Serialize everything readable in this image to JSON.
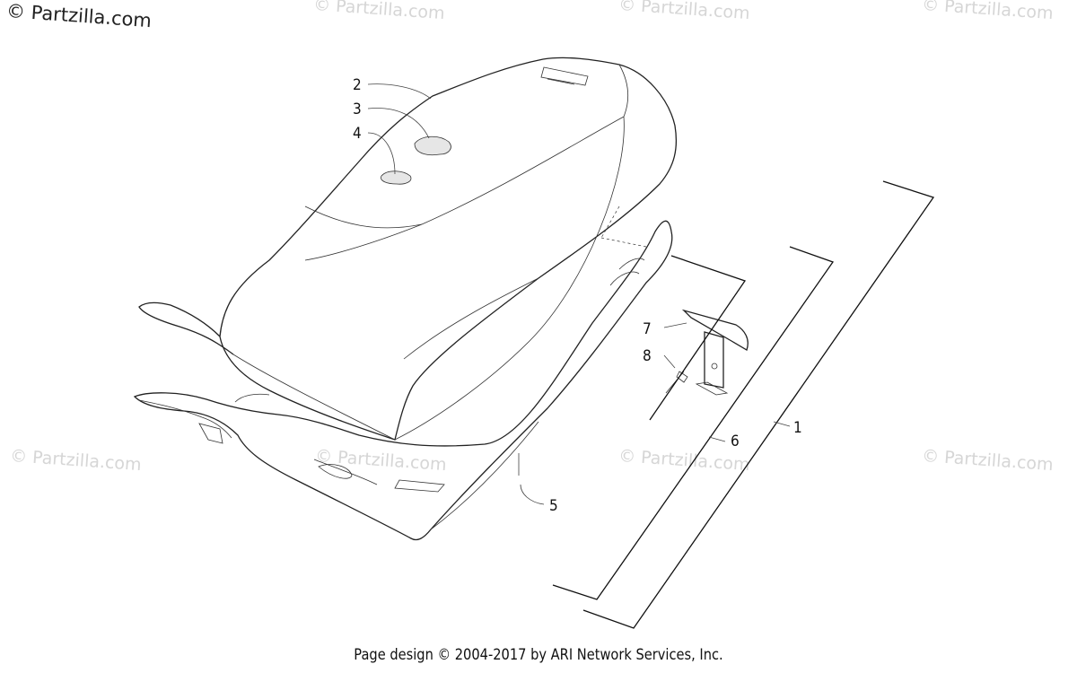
{
  "watermarks": [
    "© Partzilla.com",
    "© Partzilla.com",
    "© Partzilla.com",
    "© Partzilla.com",
    "© Partzilla.com",
    "© Partzilla.com",
    "© Partzilla.com",
    "© Partzilla.com"
  ],
  "callouts": [
    "2",
    "3",
    "4",
    "7",
    "8",
    "6",
    "1",
    "5"
  ],
  "footer": "Page design © 2004-2017 by ARI Network Services, Inc."
}
